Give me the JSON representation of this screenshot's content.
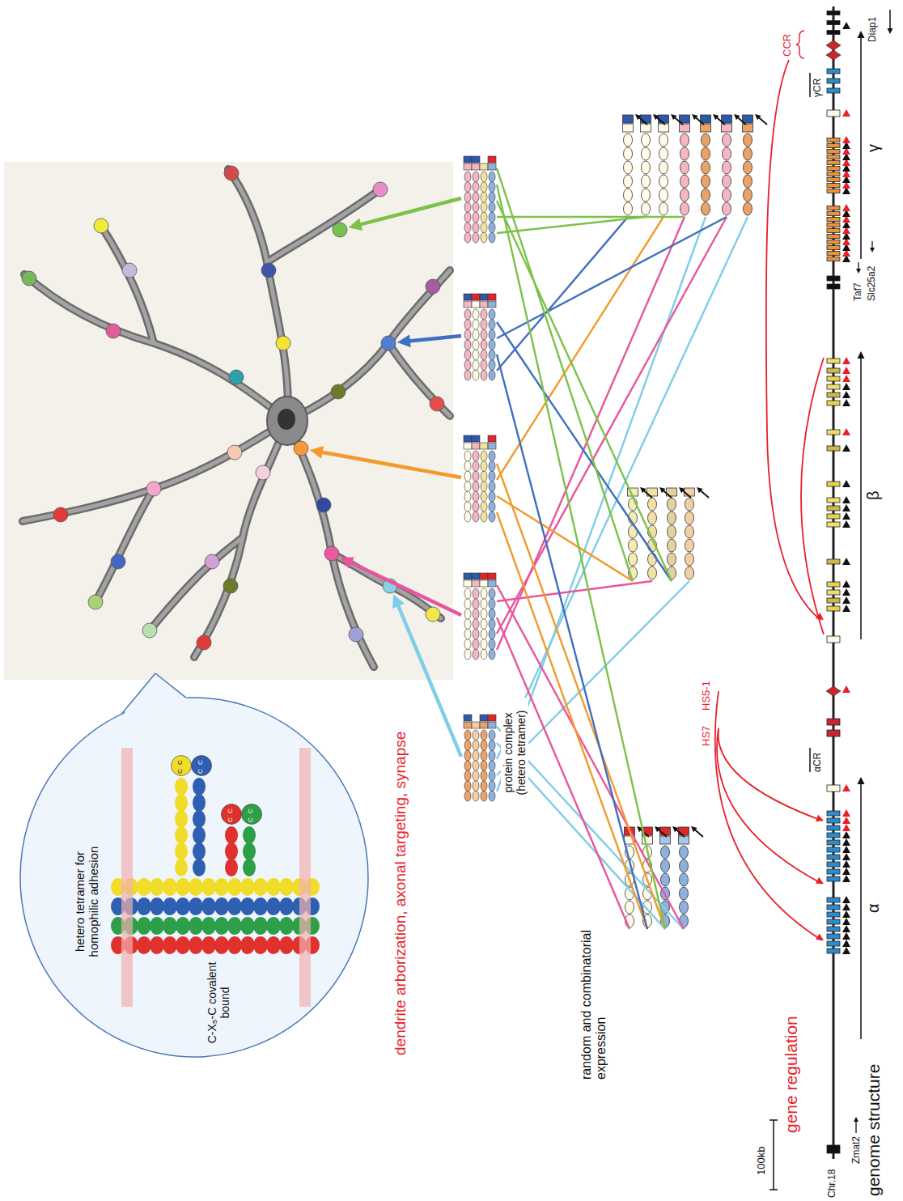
{
  "diagram": {
    "nodes": [
      {
        "text": [
          "hetero tetramer for homophilic adhesion",
          "C-X₅-C covalent bound"
        ]
      }
    ],
    "labels": [
      "dendrite arborization, axonal targeting, synapse",
      "protein complex (hetero tetramer)",
      "random and combinatorial expression",
      "gene regulation",
      "genome structure",
      "100kb",
      "Chr.18",
      "Zmat2",
      "α",
      "αCR",
      "HS7",
      "HS5-1",
      "β",
      "Taf7",
      "Slc25a2",
      "γ",
      "γCR",
      "CCR",
      "Diap1",
      "C",
      "C",
      "C",
      "C",
      "C",
      "C",
      "C",
      "C"
    ]
  }
}
